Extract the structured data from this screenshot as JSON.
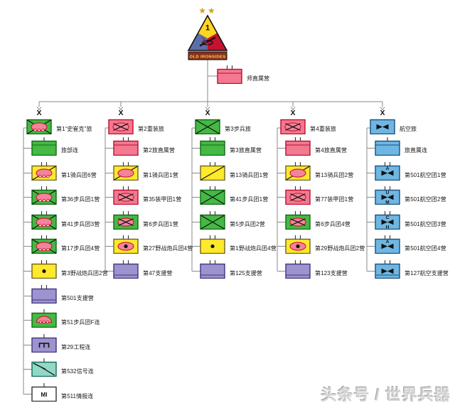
{
  "insignia": {
    "stars": "★★",
    "number": "1",
    "banner": "OLD IRONSIDES"
  },
  "echelon_brigade": "X",
  "watermark": "头条号 / 世界兵器",
  "colors": {
    "line": "#8a8a8a",
    "oval": "#F2849B",
    "oval_border": "#CE1432",
    "symbol": "#111111",
    "tick": "#333333",
    "label": "#1a1a1a",
    "patch_yellow": "#FFD520",
    "patch_blue": "#5C6FA8",
    "patch_red": "#C41230",
    "patch_banner": "#8a2f1e",
    "patch_banner_text": "#FFD34D",
    "star_gold": "#C9A227"
  },
  "frames": {
    "green": {
      "fill": "#44B944",
      "border": "#0E6A12"
    },
    "pink": {
      "fill": "#F2798F",
      "border": "#C00C2D"
    },
    "yellow": {
      "fill": "#FFE92B",
      "border": "#6b6320"
    },
    "purple": {
      "fill": "#9D93CE",
      "border": "#3F3580"
    },
    "blue": {
      "fill": "#6FB7E3",
      "border": "#174F7C"
    },
    "teal": {
      "fill": "#92D8C7",
      "border": "#0E6B58"
    },
    "white": {
      "fill": "#FFFFFF",
      "border": "#333333"
    }
  },
  "division_unit": {
    "label": "师直属营",
    "frame": "pink",
    "symbol": "hq",
    "ticks": 2
  },
  "columns": [
    {
      "header": {
        "label": "第 1 “史崔克” 旅",
        "frame": "green",
        "symbol": "stryker",
        "ticks": 0
      },
      "units": [
        {
          "label": "旅部连",
          "frame": "green",
          "symbol": "hq",
          "ticks": 1
        },
        {
          "label": "第 1 骑兵团 6 营",
          "frame": "yellow",
          "symbol": "cav_oval_wheels",
          "ticks": 2
        },
        {
          "label": "第 36 步兵团 1 营",
          "frame": "green",
          "symbol": "stryker",
          "ticks": 2
        },
        {
          "label": "第 41 步兵团 3 营",
          "frame": "green",
          "symbol": "stryker",
          "ticks": 2
        },
        {
          "label": "第 17 步兵团 4 营",
          "frame": "green",
          "symbol": "stryker",
          "ticks": 2
        },
        {
          "label": "第 3 野战炮兵团 2 营",
          "frame": "yellow",
          "symbol": "artillery",
          "ticks": 2
        },
        {
          "label": "第 501 支援营",
          "frame": "purple",
          "symbol": "support",
          "ticks": 2
        },
        {
          "label": "第 51 步兵团 F 连",
          "frame": "green",
          "symbol": "dome_wheels",
          "ticks": 1
        },
        {
          "label": "第 29 工程连",
          "frame": "purple",
          "symbol": "engineer",
          "ticks": 1
        },
        {
          "label": "第 532 信号连",
          "frame": "teal",
          "symbol": "signal",
          "ticks": 1
        },
        {
          "label": "第 511 情报连",
          "frame": "white",
          "symbol": "text",
          "text": "MI",
          "ticks": 1
        }
      ]
    },
    {
      "header": {
        "label": "第 2 重装旅",
        "frame": "pink",
        "symbol": "armor",
        "ticks": 0
      },
      "units": [
        {
          "label": "第 2 旅直属营",
          "frame": "pink",
          "symbol": "hq",
          "ticks": 2
        },
        {
          "label": "第 1 骑兵团 1 营",
          "frame": "yellow",
          "symbol": "cav_oval",
          "ticks": 2
        },
        {
          "label": "第 35 装甲团 1 营",
          "frame": "pink",
          "symbol": "armor",
          "ticks": 2
        },
        {
          "label": "第 6 步兵团 1 营",
          "frame": "green",
          "symbol": "mech_inf",
          "ticks": 2
        },
        {
          "label": "第 27 野战炮兵团 4 营",
          "frame": "yellow",
          "symbol": "sp_artillery",
          "ticks": 2
        },
        {
          "label": "第 47 支援营",
          "frame": "purple",
          "symbol": "support",
          "ticks": 2
        }
      ]
    },
    {
      "header": {
        "label": "第 3 步兵旅",
        "frame": "green",
        "symbol": "infantry",
        "ticks": 0
      },
      "units": [
        {
          "label": "第 3 旅直属营",
          "frame": "green",
          "symbol": "hq",
          "ticks": 2
        },
        {
          "label": "第 13 骑兵团 1 营",
          "frame": "yellow",
          "symbol": "cav",
          "ticks": 2
        },
        {
          "label": "第 41 步兵团 1 营",
          "frame": "green",
          "symbol": "infantry",
          "ticks": 2
        },
        {
          "label": "第 5 步兵团 2 营",
          "frame": "green",
          "symbol": "infantry",
          "ticks": 2
        },
        {
          "label": "第 1 野战炮兵团 4 营",
          "frame": "yellow",
          "symbol": "artillery",
          "ticks": 2
        },
        {
          "label": "第 125 支援营",
          "frame": "purple",
          "symbol": "support",
          "ticks": 2
        }
      ]
    },
    {
      "header": {
        "label": "第 4 重装旅",
        "frame": "pink",
        "symbol": "armor",
        "ticks": 0
      },
      "units": [
        {
          "label": "第 4 旅直属营",
          "frame": "pink",
          "symbol": "hq",
          "ticks": 2
        },
        {
          "label": "第 13 骑兵团 2 营",
          "frame": "yellow",
          "symbol": "cav_oval",
          "ticks": 2
        },
        {
          "label": "第 77 装甲团 1 营",
          "frame": "pink",
          "symbol": "armor",
          "ticks": 2
        },
        {
          "label": "第 6 步兵团 4 营",
          "frame": "green",
          "symbol": "mech_inf",
          "ticks": 2
        },
        {
          "label": "第 29 野战炮兵团 2 营",
          "frame": "yellow",
          "symbol": "sp_artillery",
          "ticks": 2
        },
        {
          "label": "第 123 支援营",
          "frame": "purple",
          "symbol": "support",
          "ticks": 2
        }
      ]
    },
    {
      "header": {
        "label": "航空旅",
        "frame": "blue",
        "symbol": "aviation",
        "ticks": 0
      },
      "units": [
        {
          "label": "旅直属连",
          "frame": "blue",
          "symbol": "hq",
          "ticks": 1
        },
        {
          "label": "第 501 航空团 1 营",
          "frame": "blue",
          "symbol": "aviation",
          "letter_top": "A",
          "ticks": 2
        },
        {
          "label": "第 501 航空团 2 营",
          "frame": "blue",
          "symbol": "aviation",
          "letter_top": "U",
          "letter_bottom": "M",
          "ticks": 2
        },
        {
          "label": "第 501 航空团 3 营",
          "frame": "blue",
          "symbol": "aviation",
          "letter_top": "C",
          "letter_bottom": "H",
          "ticks": 2
        },
        {
          "label": "第 501 航空团 4 营",
          "frame": "blue",
          "symbol": "aviation",
          "letter_top": "A",
          "ticks": 2
        },
        {
          "label": "第 127 航空支援营",
          "frame": "blue",
          "symbol": "aviation_support",
          "ticks": 2
        }
      ]
    }
  ]
}
